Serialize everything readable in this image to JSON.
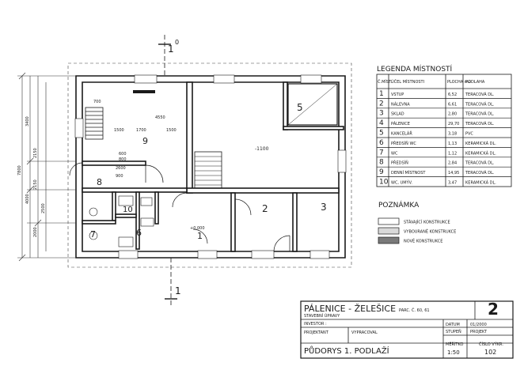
{
  "plan": {
    "section_marks": [
      {
        "label": "1",
        "sup": "0"
      },
      {
        "label": "1",
        "sup": ""
      }
    ],
    "room_numbers": [
      "1",
      "2",
      "3",
      "5",
      "6",
      "7",
      "8",
      "9",
      "10"
    ],
    "dimensions": {
      "left_overall": "7800",
      "left_a": "3400",
      "left_b": "2150",
      "left_c": "4000",
      "left_d": "2150",
      "left_e": "2000",
      "left_f": "2500",
      "r9_w": "4550",
      "r9_a": "1500",
      "r9_b": "1700",
      "r9_c": "1500",
      "r9_top": "700",
      "r8_w": "2600",
      "r8_b": "900",
      "door_a": "600",
      "door_b": "800",
      "level_main": "-1100",
      "level_front": "+0.000"
    }
  },
  "legend_rooms": {
    "title": "LEGENDA MÍSTNOSTÍ",
    "headers": [
      "Č.MÍST.",
      "ÚČEL MÍSTNOSTI",
      "PLOCHA m2",
      "PODLAHA"
    ],
    "rows": [
      {
        "no": "1",
        "name": "VSTUP",
        "area": "6,52",
        "floor": "TERACOVÁ DL."
      },
      {
        "no": "2",
        "name": "NÁLEVNA",
        "area": "6,61",
        "floor": "TERACOVÁ DL."
      },
      {
        "no": "3",
        "name": "SKLAD",
        "area": "2,80",
        "floor": "TERACOVÁ DL."
      },
      {
        "no": "4",
        "name": "PÁLENICE",
        "area": "29,70",
        "floor": "TERACOVÁ DL."
      },
      {
        "no": "5",
        "name": "KANCELÁŘ",
        "area": "3,18",
        "floor": "PVC"
      },
      {
        "no": "6",
        "name": "PŘEDSÍŇ WC",
        "area": "1,13",
        "floor": "KERAMICKÁ DL."
      },
      {
        "no": "7",
        "name": "WC",
        "area": "1,12",
        "floor": "KERAMICKÁ DL."
      },
      {
        "no": "8",
        "name": "PŘEDSÍŇ",
        "area": "2,84",
        "floor": "TERACOVÁ DL."
      },
      {
        "no": "9",
        "name": "DENNÍ MÍSTNOST",
        "area": "14,95",
        "floor": "TERACOVÁ DL."
      },
      {
        "no": "10",
        "name": "WC, UMÝV.",
        "area": "3,47",
        "floor": "KERAMICKÁ DL."
      }
    ]
  },
  "notes": {
    "title": "POZNÁMKA",
    "items": [
      {
        "label": "STÁVAJÍCÍ KONSTRUKCE",
        "fill": "#ffffff"
      },
      {
        "label": "VYBOURANÉ KONSTRUKCE",
        "fill": "#d9d9d9"
      },
      {
        "label": "NOVÉ KONSTRUKCE",
        "fill": "#7a7a7a"
      }
    ]
  },
  "title_block": {
    "project": "PÁLENICE - ŽELEŠICE",
    "parcel": "PARC. Č. 60, 61",
    "subtitle": "STAVEBNÍ ÚPRAVY",
    "sheet_number": "2",
    "investor_label": "INVESTOR :",
    "designer_label": "PROJEKTANT",
    "drawn_label": "VYPRACOVAL",
    "date_label": "DATUM",
    "date_value": "01/2000",
    "stage_label": "STUPEŇ",
    "stage_value": "PROJEKT",
    "scale_label": "MĚŘÍTKO",
    "scale_value": "1:50",
    "drawing_no_label": "ČÍSLO VÝKR.",
    "drawing_no_value": "102",
    "drawing_title": "PŮDORYS 1. PODLAŽÍ"
  }
}
